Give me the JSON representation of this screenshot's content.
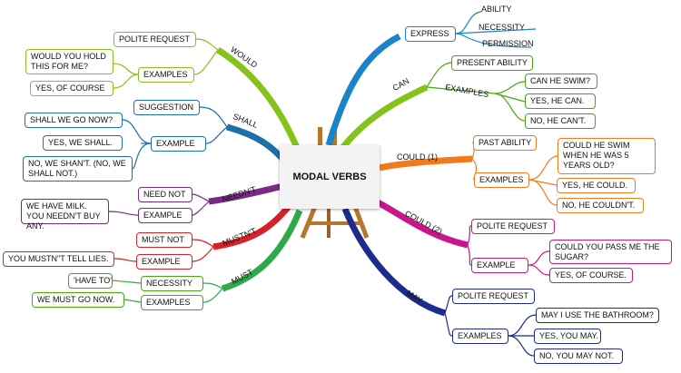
{
  "center": {
    "title": "MODAL VERBS"
  },
  "branches": {
    "can": {
      "label": "CAN",
      "express": "EXPRESS",
      "express_items": [
        "ABILITY",
        "NECESSITY",
        "PERMISSION"
      ],
      "present_ability": "PRESENT ABILITY",
      "examples_label": "EXAMPLES",
      "examples": [
        "CAN HE SWIM?",
        "YES, HE CAN.",
        "NO, HE CAN'T."
      ]
    },
    "could1": {
      "label": "COULD (1)",
      "past_ability": "PAST ABILITY",
      "examples_label": "EXAMPLES",
      "examples": [
        "COULD HE SWIM WHEN HE WAS 5 YEARS OLD?",
        "YES, HE COULD.",
        "NO, HE COULDN'T."
      ]
    },
    "could2": {
      "label": "COULD (2)",
      "polite_request": "POLITE REQUEST",
      "example_label": "EXAMPLE",
      "examples": [
        "COULD YOU PASS ME THE SUGAR?",
        "YES, OF COURSE."
      ]
    },
    "may": {
      "label": "MAY",
      "polite_request": "POLITE REQUEST",
      "examples_label": "EXAMPLES",
      "examples": [
        "MAY I USE THE BATHROOM?",
        "YES, YOU MAY.",
        "NO, YOU MAY NOT."
      ]
    },
    "would": {
      "label": "WOULD",
      "polite_request": "POLITE REQUEST",
      "examples_label": "EXAMPLES",
      "examples": [
        "WOULD YOU HOLD THIS FOR ME?",
        "YES, OF COURSE"
      ]
    },
    "shall": {
      "label": "SHALL",
      "suggestion": "SUGGESTION",
      "example_label": "EXAMPLE",
      "examples": [
        "SHALL WE GO NOW?",
        "YES, WE SHALL.",
        "NO, WE SHAN'T. (NO, WE SHALL NOT.)"
      ]
    },
    "neednt": {
      "label": "NEEDN'T",
      "need_not": "NEED NOT",
      "example_label": "EXAMPLE",
      "example": "WE HAVE MILK. YOU NEEDN'T BUY ANY."
    },
    "mustnt": {
      "label": "MUSTN'T",
      "must_not": "MUST NOT",
      "example_label": "EXAMPLE",
      "example": "YOU MUSTN\"T TELL LIES."
    },
    "must": {
      "label": "MUST",
      "necessity": "NECESSITY",
      "examples_label": "EXAMPLES",
      "have_to": "'HAVE TO'",
      "example": "WE MUST GO NOW."
    }
  },
  "colors": {
    "can": "#1a84c9",
    "could1": "#f07a1c",
    "could2": "#c8168d",
    "may": "#1c2b8c",
    "would": "#86c31a",
    "shall": "#1e6fa8",
    "neednt": "#7a2a82",
    "mustnt": "#d6202a",
    "must": "#2fa84a"
  },
  "icons": {
    "center": "easel-icon"
  }
}
